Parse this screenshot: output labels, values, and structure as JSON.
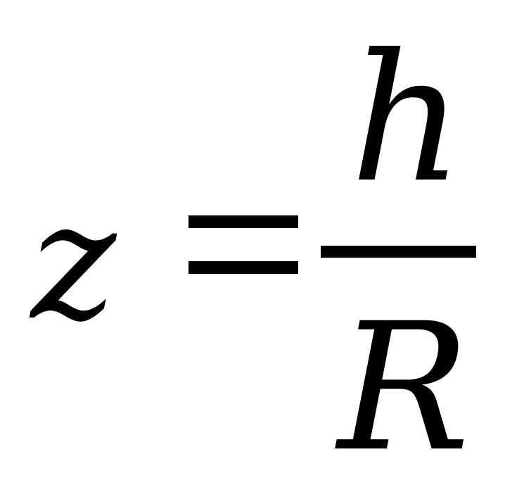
{
  "equation": {
    "lhs": "z",
    "operator": "=",
    "fraction": {
      "numerator": "h",
      "denominator": "R"
    }
  }
}
